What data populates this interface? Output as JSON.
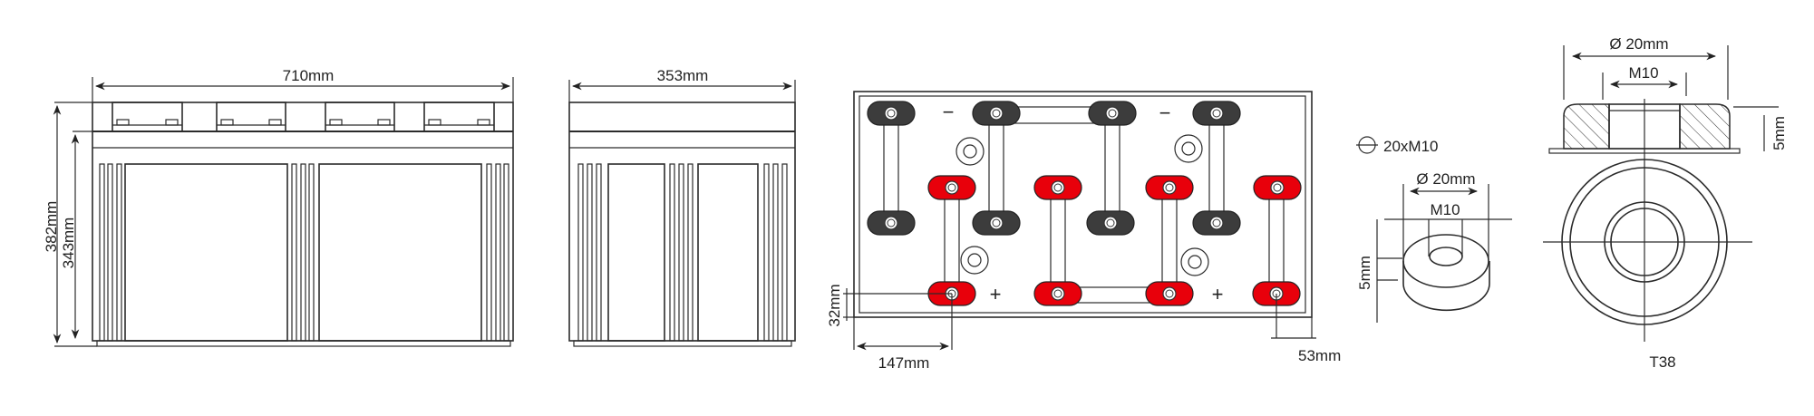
{
  "front_view": {
    "width_label": "710mm",
    "height_total_label": "382mm",
    "height_body_label": "343mm"
  },
  "side_view": {
    "depth_label": "353mm"
  },
  "top_view": {
    "terminal_offset_y_label": "32mm",
    "terminal_offset_x_label": "147mm",
    "terminal_offset_right_label": "53mm",
    "minus_sign": "−",
    "plus_sign": "+",
    "colors": {
      "negative": "#3c3c3c",
      "positive": "#e8000b"
    }
  },
  "terminal_detail": {
    "thread_label": "20xM10",
    "iso_diameter_label": "Ø 20mm",
    "iso_thread_label": "M10",
    "iso_height_label": "5mm",
    "section_diameter_label": "Ø 20mm",
    "section_thread_label": "M10",
    "section_height_label": "5mm",
    "terminal_type_label": "T38"
  }
}
